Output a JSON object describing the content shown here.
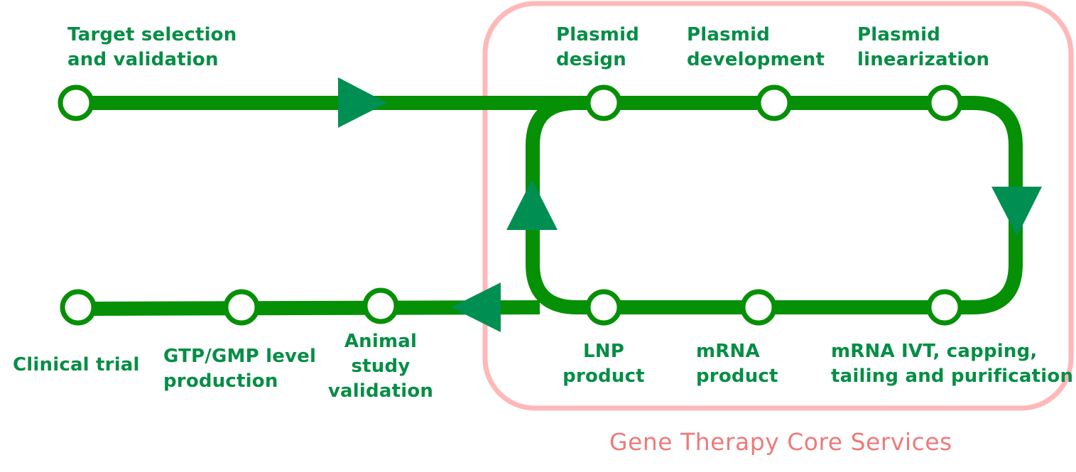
{
  "colors": {
    "line": "#059005",
    "arrow": "#008f52",
    "node_fill": "#ffffff",
    "text": "#058e45",
    "box": "#ffb8b8",
    "footer": "#ef7a7a"
  },
  "nodes": {
    "target_selection": [
      "Target selection",
      "and validation"
    ],
    "plasmid_design": [
      "Plasmid",
      "design"
    ],
    "plasmid_development": [
      "Plasmid",
      "development"
    ],
    "plasmid_linearization": [
      "Plasmid",
      "linearization"
    ],
    "mrna_ivt": [
      "mRNA IVT, capping,",
      "tailing and purification"
    ],
    "mrna_product": [
      "mRNA",
      "product"
    ],
    "lnp_product": [
      "LNP",
      "product"
    ],
    "animal_study": [
      "Animal",
      "study",
      "validation"
    ],
    "gtp_gmp": [
      "GTP/GMP level",
      "production"
    ],
    "clinical_trial": [
      "Clinical trial"
    ]
  },
  "core_services_label": "Gene Therapy Core Services"
}
